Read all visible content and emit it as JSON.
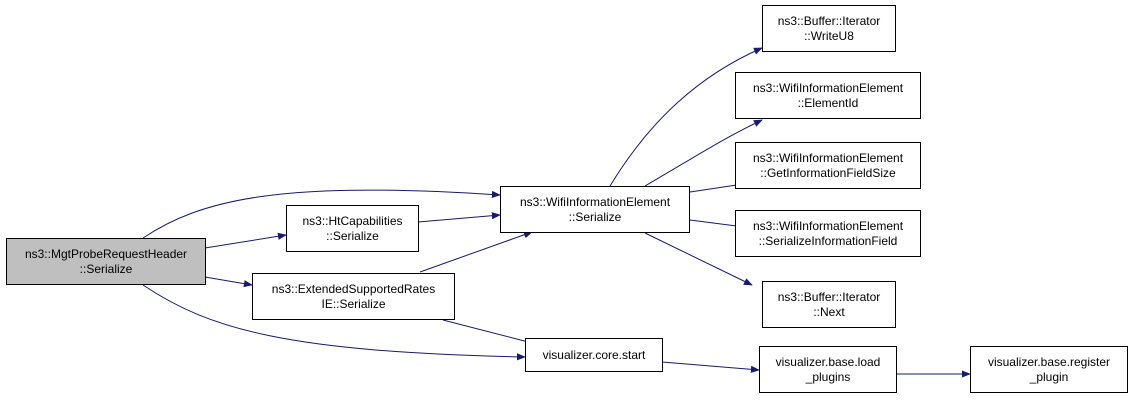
{
  "colors": {
    "edge": "#191970",
    "root_fill": "#bfbfbf",
    "node_fill": "#ffffff",
    "border": "#000000"
  },
  "nodes": {
    "root": [
      "ns3::MgtProbeRequestHeader",
      "::Serialize"
    ],
    "ht": [
      "ns3::HtCapabilities",
      "::Serialize"
    ],
    "ext": [
      "ns3::ExtendedSupportedRates",
      "IE::Serialize"
    ],
    "wie": [
      "ns3::WifiInformationElement",
      "::Serialize"
    ],
    "vcs": [
      "visualizer.core.start"
    ],
    "wu8": [
      "ns3::Buffer::Iterator",
      "::WriteU8"
    ],
    "eid": [
      "ns3::WifiInformationElement",
      "::ElementId"
    ],
    "gifs": [
      "ns3::WifiInformationElement",
      "::GetInformationFieldSize"
    ],
    "sif": [
      "ns3::WifiInformationElement",
      "::SerializeInformationField"
    ],
    "next": [
      "ns3::Buffer::Iterator",
      "::Next"
    ],
    "vbl": [
      "visualizer.base.load",
      "_plugins"
    ],
    "vbr": [
      "visualizer.base.register",
      "_plugin"
    ]
  }
}
